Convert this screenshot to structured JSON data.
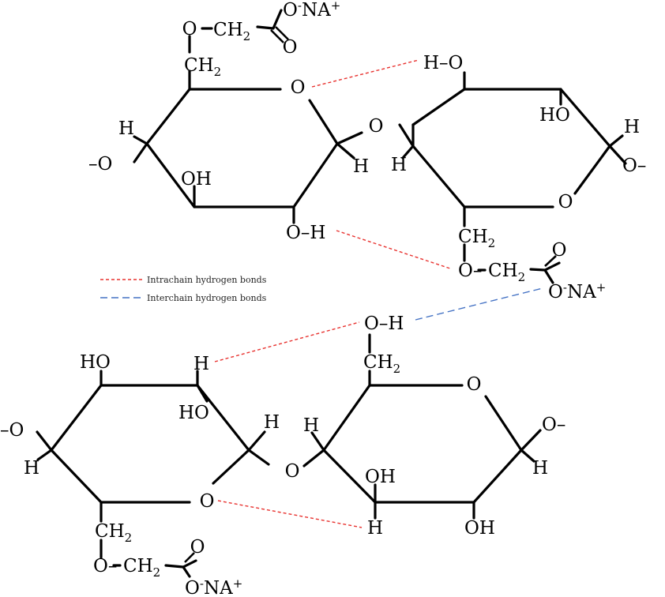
{
  "legend": {
    "intra_label": "Intrachain hydrogen bonds",
    "inter_label": "Interchain hydrogen bonds",
    "intra_color": "#e8322f",
    "inter_color": "#4472c4"
  },
  "labels": {
    "o": "O",
    "h": "H",
    "oh": "OH",
    "ho": "HO",
    "o_link": "–O",
    "o_link_right": "O–",
    "oh_bond": "O–H",
    "ho_bond": "H–O",
    "ch": "CH",
    "sub2": "2",
    "o_dash": "O–",
    "o_minus": "O",
    "sup_minus": "-",
    "na": "NA",
    "sup_plus": "+"
  }
}
